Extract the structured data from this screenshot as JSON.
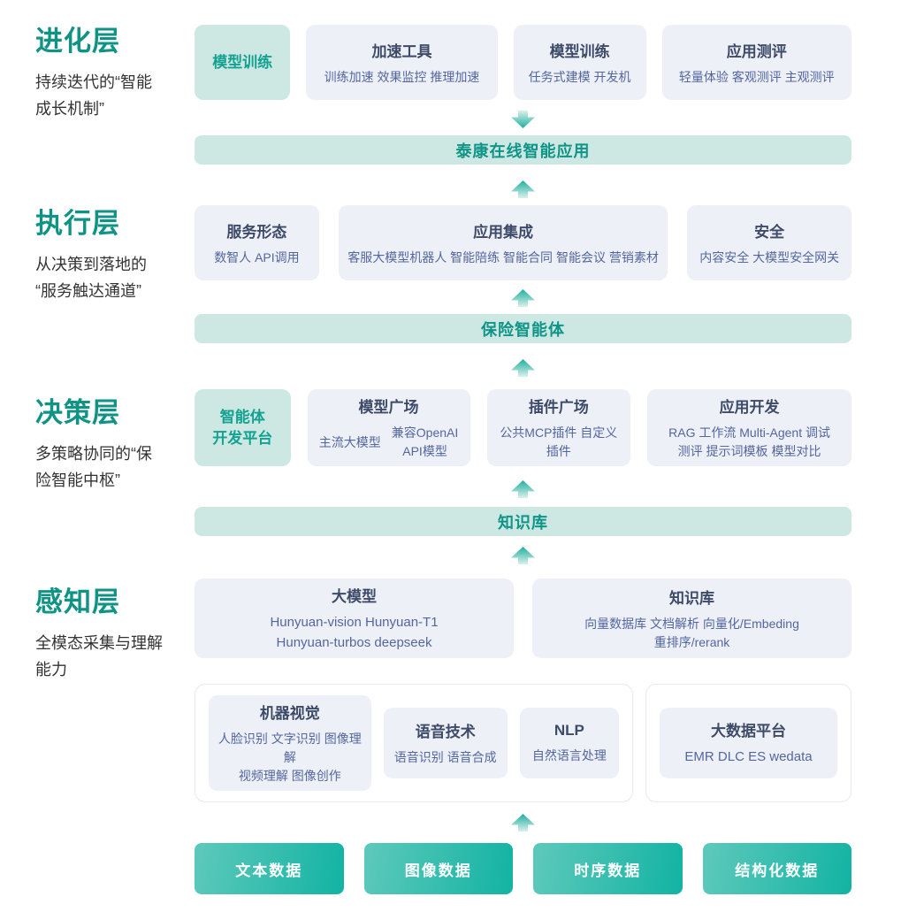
{
  "palette": {
    "layer_title_green": "#0f9384",
    "card_bg": "#edf0f6",
    "card_title": "#3d4a68",
    "card_sub_text": "#5466a0",
    "accent_card_bg": "#cde8e2",
    "accent_card_text": "#13a191",
    "banner_bg": "#cde8e3",
    "banner_text": "#0f9488",
    "subtitle_text": "#333333",
    "arrow_tip": "#1fae9d",
    "arrow_tail": "#d9f1ed",
    "databox_gradient_start": "#5ec9bb",
    "databox_gradient_end": "#12b3a3"
  },
  "layers": [
    {
      "title": "进化层",
      "subtitle_lines": [
        "持续迭代的“智能",
        "成长机制”"
      ],
      "accent_card": {
        "label_lines": [
          "模型训练"
        ]
      },
      "cards": [
        {
          "title": "加速工具",
          "sub_lines": [
            "训练加速 效果监控 推理加速"
          ]
        },
        {
          "title": "模型训练",
          "sub_lines": [
            "任务式建模 开发机"
          ]
        },
        {
          "title": "应用测评",
          "sub_lines": [
            "轻量体验 客观测评 主观测评"
          ]
        }
      ],
      "banner": "泰康在线智能应用"
    },
    {
      "title": "执行层",
      "subtitle_lines": [
        "从决策到落地的",
        "“服务触达通道”"
      ],
      "cards": [
        {
          "title": "服务形态",
          "sub_lines": [
            "数智人  API调用"
          ]
        },
        {
          "title": "应用集成",
          "sub_lines": [
            "客服大模型机器人 智能陪练 智能合同 智能会议 营销素材"
          ]
        },
        {
          "title": "安全",
          "sub_lines": [
            "内容安全 大模型安全网关"
          ]
        }
      ],
      "banner": "保险智能体"
    },
    {
      "title": "决策层",
      "subtitle_lines": [
        "多策略协同的“保",
        "险智能中枢”"
      ],
      "accent_card": {
        "label_lines": [
          "智能体",
          "开发平台"
        ]
      },
      "cards": [
        {
          "title": "模型广场",
          "sub_left": "主流大模型",
          "sub_right_lines": [
            "兼容OpenAI",
            "API模型"
          ]
        },
        {
          "title": "插件广场",
          "sub_lines": [
            "公共MCP插件 自定义插件"
          ]
        },
        {
          "title": "应用开发",
          "sub_lines": [
            "RAG 工作流 Multi-Agent 调试",
            "测评 提示词模板 模型对比"
          ]
        }
      ],
      "banner": "知识库"
    },
    {
      "title": "感知层",
      "subtitle_lines": [
        "全模态采集与理解",
        "能力"
      ],
      "cards": [
        {
          "title": "大模型",
          "sub_lines": [
            "Hunyuan-vision Hunyuan-T1",
            "Hunyuan-turbos deepseek"
          ]
        },
        {
          "title": "知识库",
          "sub_lines": [
            "向量数据库  文档解析  向量化/Embeding",
            "重排序/rerank"
          ]
        }
      ],
      "tech_groups": [
        {
          "cards": [
            {
              "title": "机器视觉",
              "sub_lines": [
                "人脸识别 文字识别 图像理解",
                "视频理解 图像创作"
              ]
            },
            {
              "title": "语音技术",
              "sub_lines": [
                "语音识别 语音合成"
              ]
            },
            {
              "title": "NLP",
              "sub_lines": [
                "自然语言处理"
              ]
            }
          ]
        },
        {
          "cards": [
            {
              "title": "大数据平台",
              "sub_lines": [
                "EMR DLC ES wedata"
              ]
            }
          ]
        }
      ],
      "data_boxes": [
        "文本数据",
        "图像数据",
        "时序数据",
        "结构化数据"
      ]
    }
  ]
}
